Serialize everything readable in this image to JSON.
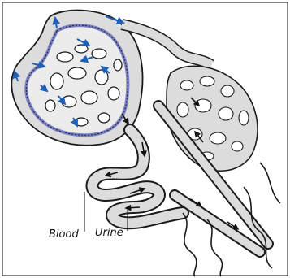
{
  "labels": {
    "blood": "Blood",
    "urine": "Urine"
  },
  "colors": {
    "border": "#333333",
    "tissue_fill": "#d9d9d9",
    "tube_outline": "#1a1a1a",
    "inner_lining": "#7a7fc4",
    "flow_arrow_blue": "#1f5fb5",
    "flow_arrow_black": "#111111"
  },
  "icons": {
    "glomerulus": "glomerulus-capillary-tuft",
    "capsule": "bowman-capsule",
    "tubule": "renal-tubule",
    "loop": "loop-of-henle",
    "peritubular": "peritubular-capillary-network"
  }
}
